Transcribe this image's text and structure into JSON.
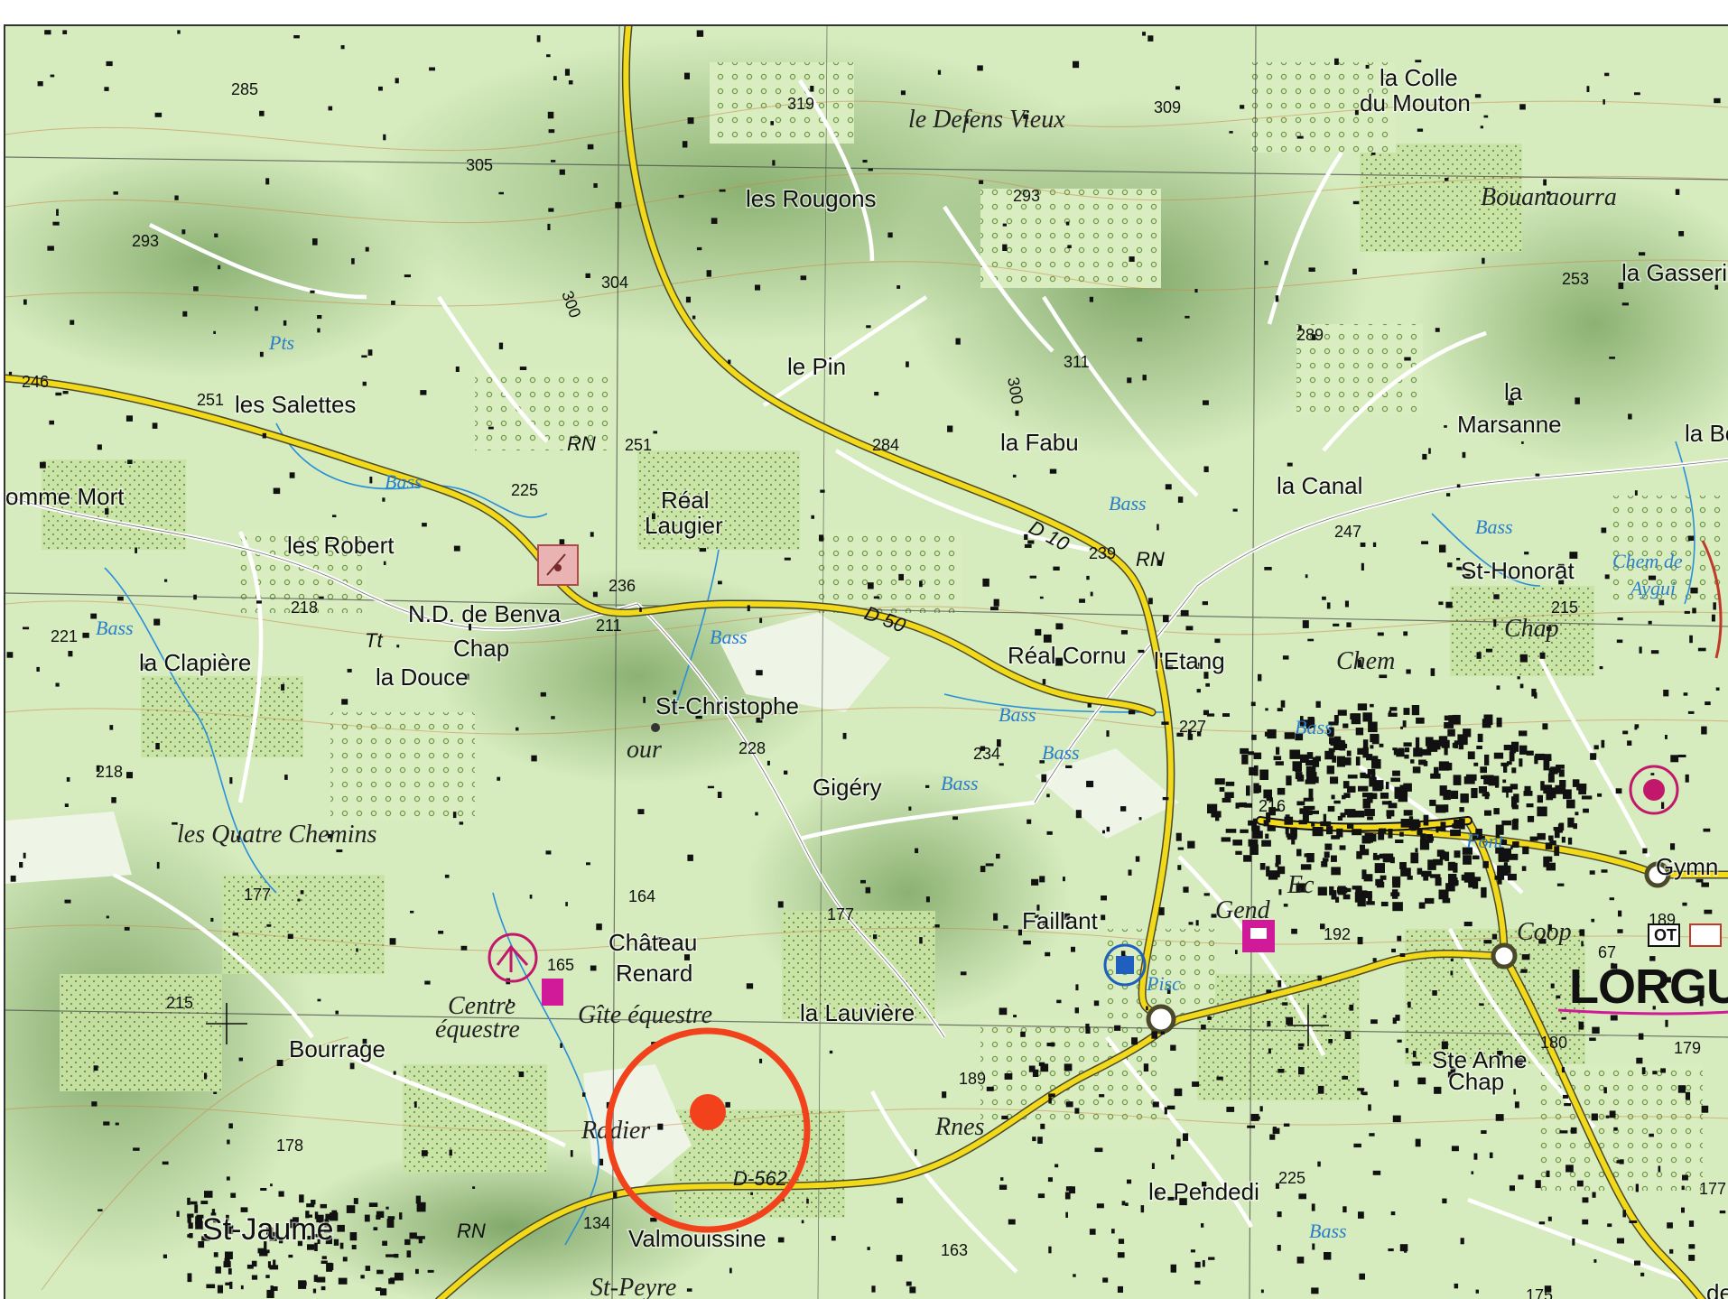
{
  "map": {
    "town": "LORGUES",
    "places": {
      "defens_vieux": "le Defens Vieux",
      "colle_mouton_1": "la Colle",
      "colle_mouton_2": "du Mouton",
      "rougons": "les Rougons",
      "bouanaourra": "Bouanaourra",
      "gasserin": "la Gasserin",
      "pin": "le Pin",
      "salettes": "les Salettes",
      "marsanne_1": "la",
      "marsanne_2": "Marsanne",
      "fabu": "la Fabu",
      "bo": "la Bo",
      "homme_mort": "omme Mort",
      "real_laugier_1": "Réal",
      "real_laugier_2": "Laugier",
      "canal": "la Canal",
      "roberts": "les Robert",
      "st_honorat": "St-Honorat",
      "nd_benva": "N.D. de Benva",
      "clapiere": "la Clapière",
      "douce": "la Douce",
      "chap_1": "Chap",
      "real_cornu": "Réal Cornu",
      "etang": "l'Etang",
      "chem_1": "Chem",
      "chap_2": "Chap",
      "st_christophe": "St-Christophe",
      "our": "our",
      "gigery": "Gigéry",
      "quatre_chemins": "les Quatre Chemins",
      "fontcolor": "Font",
      "gymn": "Gymn",
      "chateau_renard_1": "Château",
      "chateau_renard_2": "Renard",
      "faillant": "Faillant",
      "gend": "Gend",
      "ec": "Ec",
      "coop": "Coop",
      "centre_equestre_1": "Centre",
      "centre_equestre_2": "équestre",
      "gite_equestre": "Gîte équestre",
      "lauviere": "la Lauvière",
      "piscine": "Pisc",
      "bourrage": "Bourrage",
      "ste_anne_1": "Ste Anne",
      "ste_anne_2": "Chap",
      "radier": "Radier",
      "rnes": "Rnes",
      "pendedi": "le Pendedi",
      "st_jaume": "St-Jaume",
      "valmouissine": "Valmouissine",
      "st_peyre": "St-Peyre",
      "chem_de": "Chem de",
      "ayguin": "Aygui"
    },
    "roads": {
      "d10": "D 10",
      "d50": "D 50",
      "d562": "D-562",
      "rn_1": "RN",
      "rn_2": "RN",
      "rn_3": "RN",
      "tt": "Tt"
    },
    "water": {
      "pts": "Pts",
      "bass_1": "Bass",
      "bass_2": "Bass",
      "bass_3": "Bass",
      "bass_4": "Bass",
      "bass_5": "Bass",
      "bass_6": "Bass",
      "bass_7": "Bass",
      "bass_8": "Bass",
      "bass_9": "Bass",
      "bass_10": "Bass"
    },
    "elevations": {
      "e285": "285",
      "e319": "319",
      "e309": "309",
      "e305": "305",
      "e293a": "293",
      "e293b": "293",
      "e304": "304",
      "e300a": "300",
      "e253": "253",
      "e289": "289",
      "e311": "311",
      "e246": "246",
      "e251a": "251",
      "e251b": "251",
      "e284": "284",
      "e225a": "225",
      "e247": "247",
      "e239": "239",
      "e236": "236",
      "e218a": "218",
      "e211": "211",
      "e221": "221",
      "e215a": "215",
      "e228": "228",
      "e234": "234",
      "e227": "227",
      "e218b": "218",
      "e216": "216",
      "e177a": "177",
      "e164": "164",
      "e177b": "177",
      "e165": "165",
      "e192": "192",
      "e189a": "189",
      "e215b": "215",
      "e180": "180",
      "e179": "179",
      "e189b": "189",
      "e178": "178",
      "e225b": "225",
      "e134": "134",
      "e163": "163",
      "e177c": "177",
      "e175": "175",
      "e67": "67",
      "e300b": "300"
    },
    "poi_labels": {
      "ot": "OT",
      "de": "de"
    },
    "marker": {
      "circle_color": "#f2421c",
      "dot_color": "#f2421c"
    },
    "colors": {
      "land": "#d8ecc0",
      "vegetation": "#b9d98f",
      "hill_shade": "#8fb57a",
      "main_road": "#f2d91a",
      "road_casing": "#5a5a2a",
      "water": "#2a8fd9",
      "building": "#111111",
      "poi_magenta": "#d11a9a"
    }
  }
}
